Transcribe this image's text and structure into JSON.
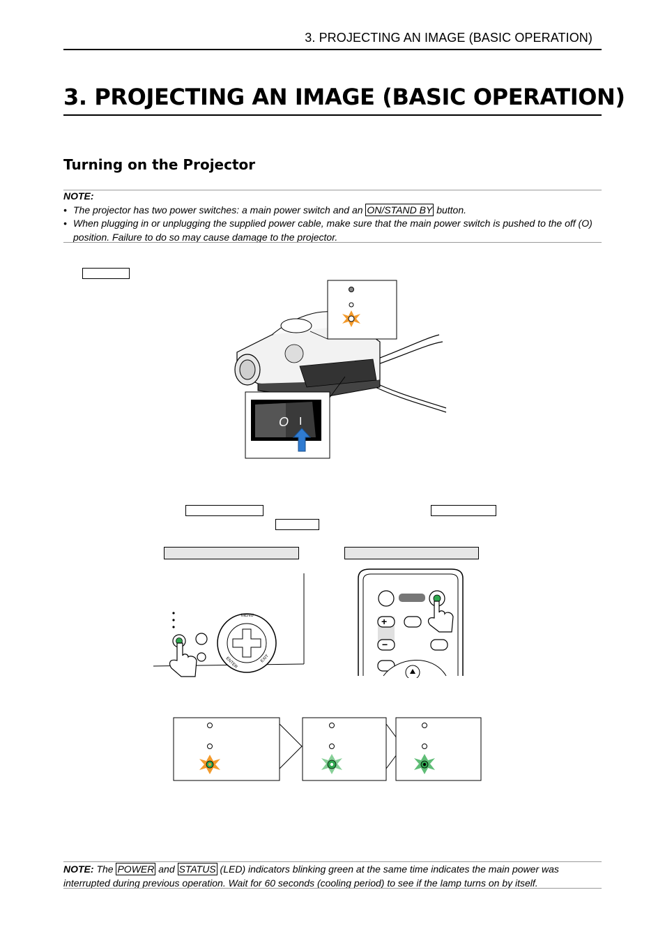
{
  "header": {
    "running_title": "3. PROJECTING AN IMAGE (BASIC OPERATION)"
  },
  "chapter": {
    "title": "3. PROJECTING AN IMAGE (BASIC OPERATION)"
  },
  "section": {
    "title": "Turning on the Projector"
  },
  "note1": {
    "label": "NOTE:",
    "bullet1_pre": "The projector has two power switches: a main power switch and an",
    "bullet1_boxed": "ON/STAND BY",
    "bullet1_post": "button.",
    "bullet2": "When plugging in or unplugging the supplied power cable, make sure that the main power switch is pushed to the off (O) position. Failure to do so may cause damage to the projector."
  },
  "illustration": {
    "switch_off_glyph": "O",
    "switch_on_glyph": "I",
    "cabinet_menu_label": "MENU",
    "cabinet_enter_label": "ENTER",
    "cabinet_exit_label": "EXIT"
  },
  "colors": {
    "led_orange": "#f39a2b",
    "led_green": "#2fa84f",
    "arrow_blue": "#2f7bd1"
  },
  "note2": {
    "label": "NOTE:",
    "t1": "The",
    "boxed1": "POWER",
    "t2": "and",
    "boxed2": "STATUS",
    "t3": "(LED) indicators blinking green at the same time indicates the main power was interrupted during previous operation. Wait for 60 seconds (cooling period) to see if the lamp turns on by itself."
  }
}
